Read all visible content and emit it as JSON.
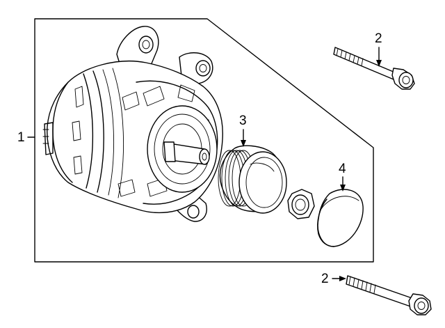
{
  "callouts": {
    "c1": "1",
    "c2_top": "2",
    "c3": "3",
    "c4": "4",
    "c2_bottom": "2"
  }
}
